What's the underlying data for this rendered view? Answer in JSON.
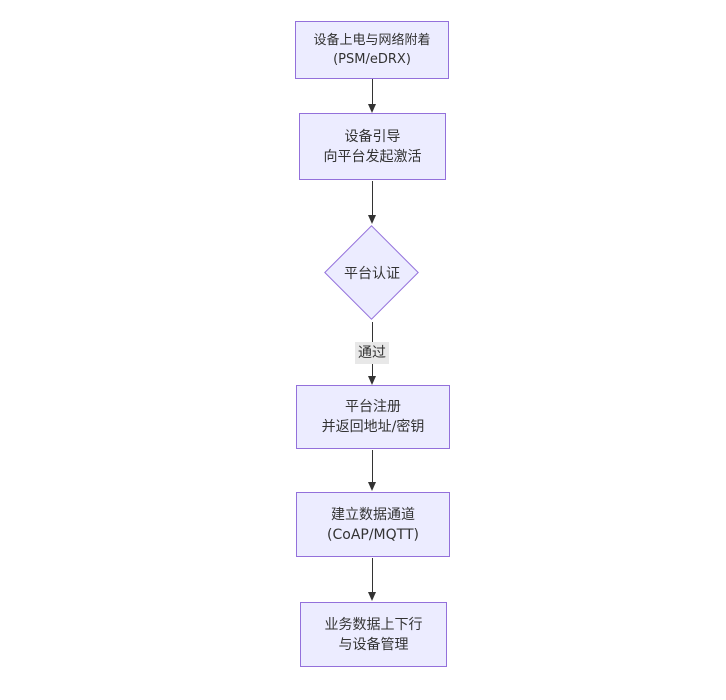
{
  "flowchart": {
    "colors": {
      "background": "#FFFFFF",
      "node_fill": "#ECECFF",
      "node_border": "#9370DB",
      "text": "#333333",
      "edge": "#333333",
      "edge_label_bg": "#E8E8E8"
    },
    "nodes": [
      {
        "id": "device-power-attach",
        "type": "rect",
        "line1": "设备上电与网络附着",
        "line2": "(PSM/eDRX)"
      },
      {
        "id": "device-bootstrap",
        "type": "rect",
        "line1": "设备引导",
        "line2": "向平台发起激活"
      },
      {
        "id": "platform-auth",
        "type": "diamond",
        "line1": "平台认证"
      },
      {
        "id": "platform-register",
        "type": "rect",
        "line1": "平台注册",
        "line2": "并返回地址/密钥"
      },
      {
        "id": "data-channel",
        "type": "rect",
        "line1": "建立数据通道",
        "line2": "(CoAP/MQTT)"
      },
      {
        "id": "business-data",
        "type": "rect",
        "line1": "业务数据上下行",
        "line2": "与设备管理"
      }
    ],
    "edges": [
      {
        "from": "device-power-attach",
        "to": "device-bootstrap"
      },
      {
        "from": "device-bootstrap",
        "to": "platform-auth"
      },
      {
        "from": "platform-auth",
        "to": "platform-register",
        "label": "通过"
      },
      {
        "from": "platform-register",
        "to": "data-channel"
      },
      {
        "from": "data-channel",
        "to": "business-data"
      }
    ]
  }
}
